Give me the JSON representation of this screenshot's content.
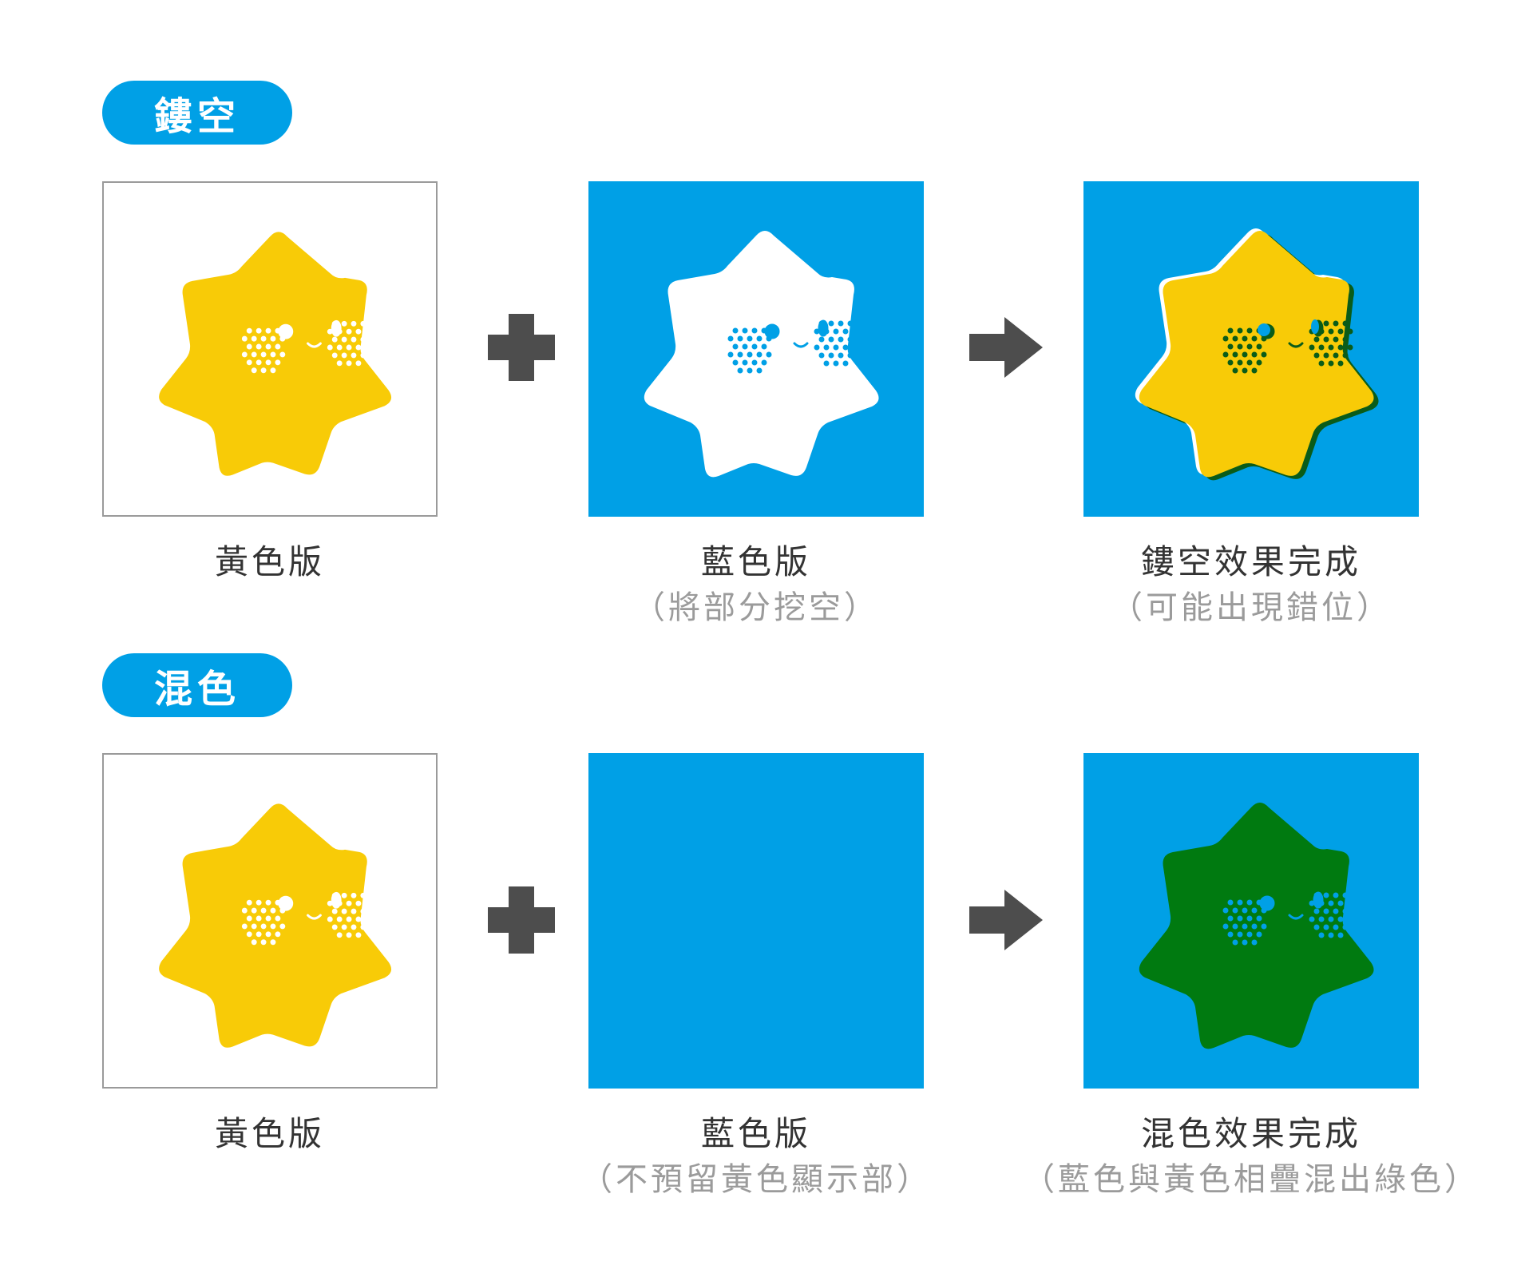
{
  "sections": [
    {
      "label": "鏤空",
      "panels": [
        {
          "caption": "黃色版",
          "sub": ""
        },
        {
          "caption": "藍色版",
          "sub": "（將部分挖空）"
        },
        {
          "caption": "鏤空效果完成",
          "sub": "（可能出現錯位）"
        }
      ]
    },
    {
      "label": "混色",
      "panels": [
        {
          "caption": "黃色版",
          "sub": ""
        },
        {
          "caption": "藍色版",
          "sub": "（不預留黃色顯示部）"
        },
        {
          "caption": "混色效果完成",
          "sub": "（藍色與黃色相疊混出綠色）"
        }
      ]
    }
  ],
  "colors": {
    "blue": "#00a0e6",
    "yellow": "#f8cb07",
    "green": "#007a10",
    "dark_green": "#0a5c19",
    "operator": "#4d4d4d",
    "outline": "#9a9a9a"
  },
  "icons": {
    "plus": "plus-icon",
    "arrow": "arrow-right-icon",
    "character": "star-character-icon"
  }
}
